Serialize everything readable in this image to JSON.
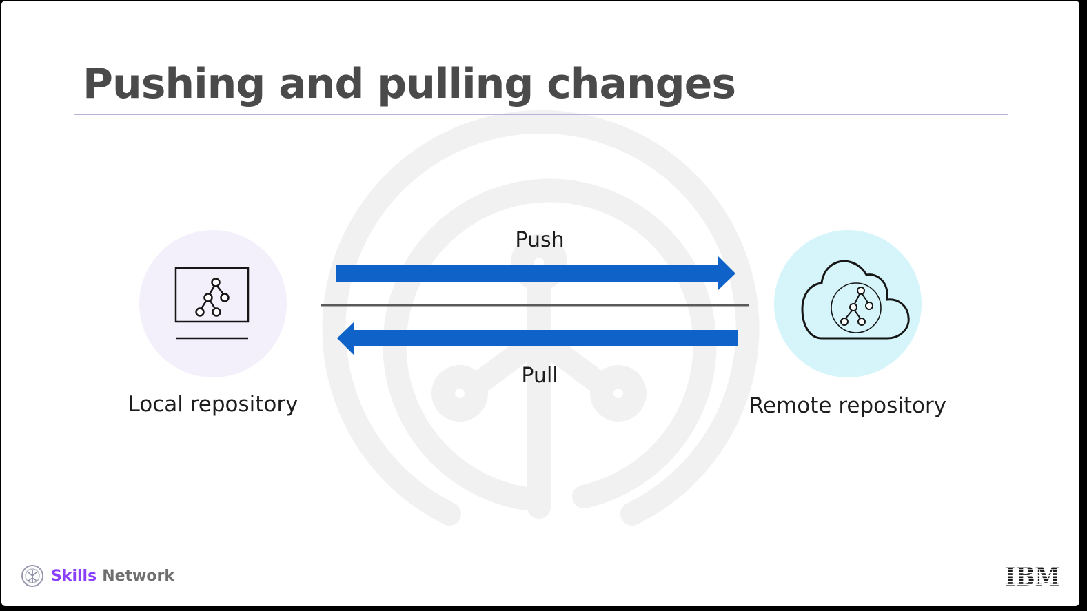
{
  "slide": {
    "title": "Pushing and pulling changes"
  },
  "diagram": {
    "push_label": "Push",
    "pull_label": "Pull",
    "local_label": "Local repository",
    "remote_label": "Remote repository"
  },
  "footer": {
    "brand_bold": "Skills",
    "brand_regular": "Network",
    "company_logo": "IBM"
  },
  "icons": {
    "local": "laptop-branch-icon",
    "remote": "cloud-branch-icon",
    "brand": "skills-network-logo-icon"
  },
  "colors": {
    "arrow": "#0f62c8",
    "local_circle": "#f3f0fc",
    "remote_circle": "#d6f5fa",
    "title": "#4a4a4a",
    "brand_accent": "#8a3ffc"
  }
}
